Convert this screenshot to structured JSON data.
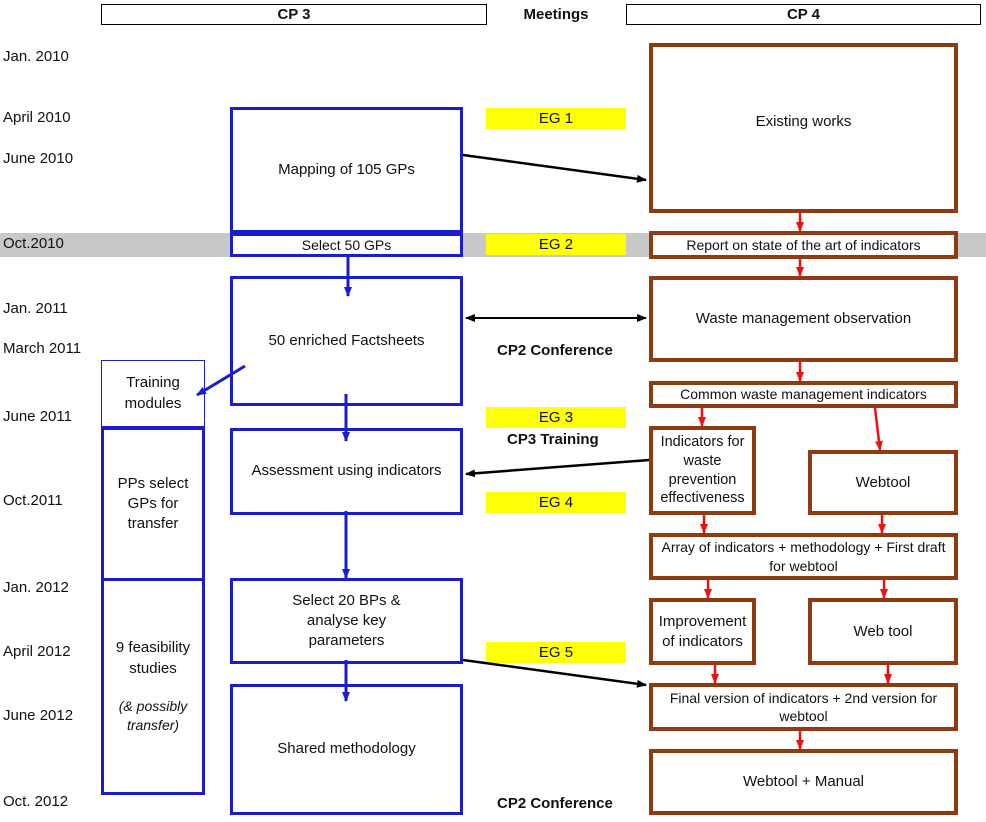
{
  "headers": {
    "cp3": "CP 3",
    "meetings": "Meetings",
    "cp4": "CP 4"
  },
  "dates": [
    "Jan. 2010",
    "April 2010",
    "June 2010",
    "Oct.2010",
    "Jan. 2011",
    "March 2011",
    "June 2011",
    "Oct.2011",
    "Jan. 2012",
    "April 2012",
    "June 2012",
    "Oct. 2012"
  ],
  "cp3": {
    "mapping": "Mapping of 105 GPs",
    "select50": "Select 50 GPs",
    "factsheets": "50 enriched Factsheets",
    "training_modules": "Training modules",
    "assessment": "Assessment using indicators",
    "pps_select": "PPs select GPs for transfer",
    "select20": "Select 20 BPs & analyse key parameters",
    "feasibility": "9 feasibility studies",
    "possibly_transfer": "(& possibly transfer)",
    "shared_methodology": "Shared methodology"
  },
  "meetings": {
    "eg1": "EG 1",
    "eg2": "EG 2",
    "eg3": "EG 3",
    "eg4": "EG 4",
    "eg5": "EG 5",
    "cp2_conference_1": "CP2 Conference",
    "cp3_training": "CP3 Training",
    "cp2_conference_2": "CP2 Conference"
  },
  "cp4": {
    "existing_works": "Existing works",
    "report_state": "Report on state of the art of indicators",
    "waste_observation": "Waste management observation",
    "common_indicators": "Common waste management indicators",
    "indicators_prevention": "Indicators for waste prevention effectiveness",
    "webtool_1": "Webtool",
    "array_indicators": "Array of indicators + methodology + First draft for webtool",
    "improvement": "Improvement of indicators",
    "web_tool_2": "Web tool",
    "final_version": "Final version of indicators + 2nd version for webtool",
    "webtool_manual": "Webtool + Manual"
  },
  "colors": {
    "cp3_box": "#1c1ccf",
    "cp4_box": "#8f3b12",
    "meeting_bg": "#ffff0a",
    "band": "#c8c8c8",
    "cp4_arrow": "#ee1111"
  }
}
